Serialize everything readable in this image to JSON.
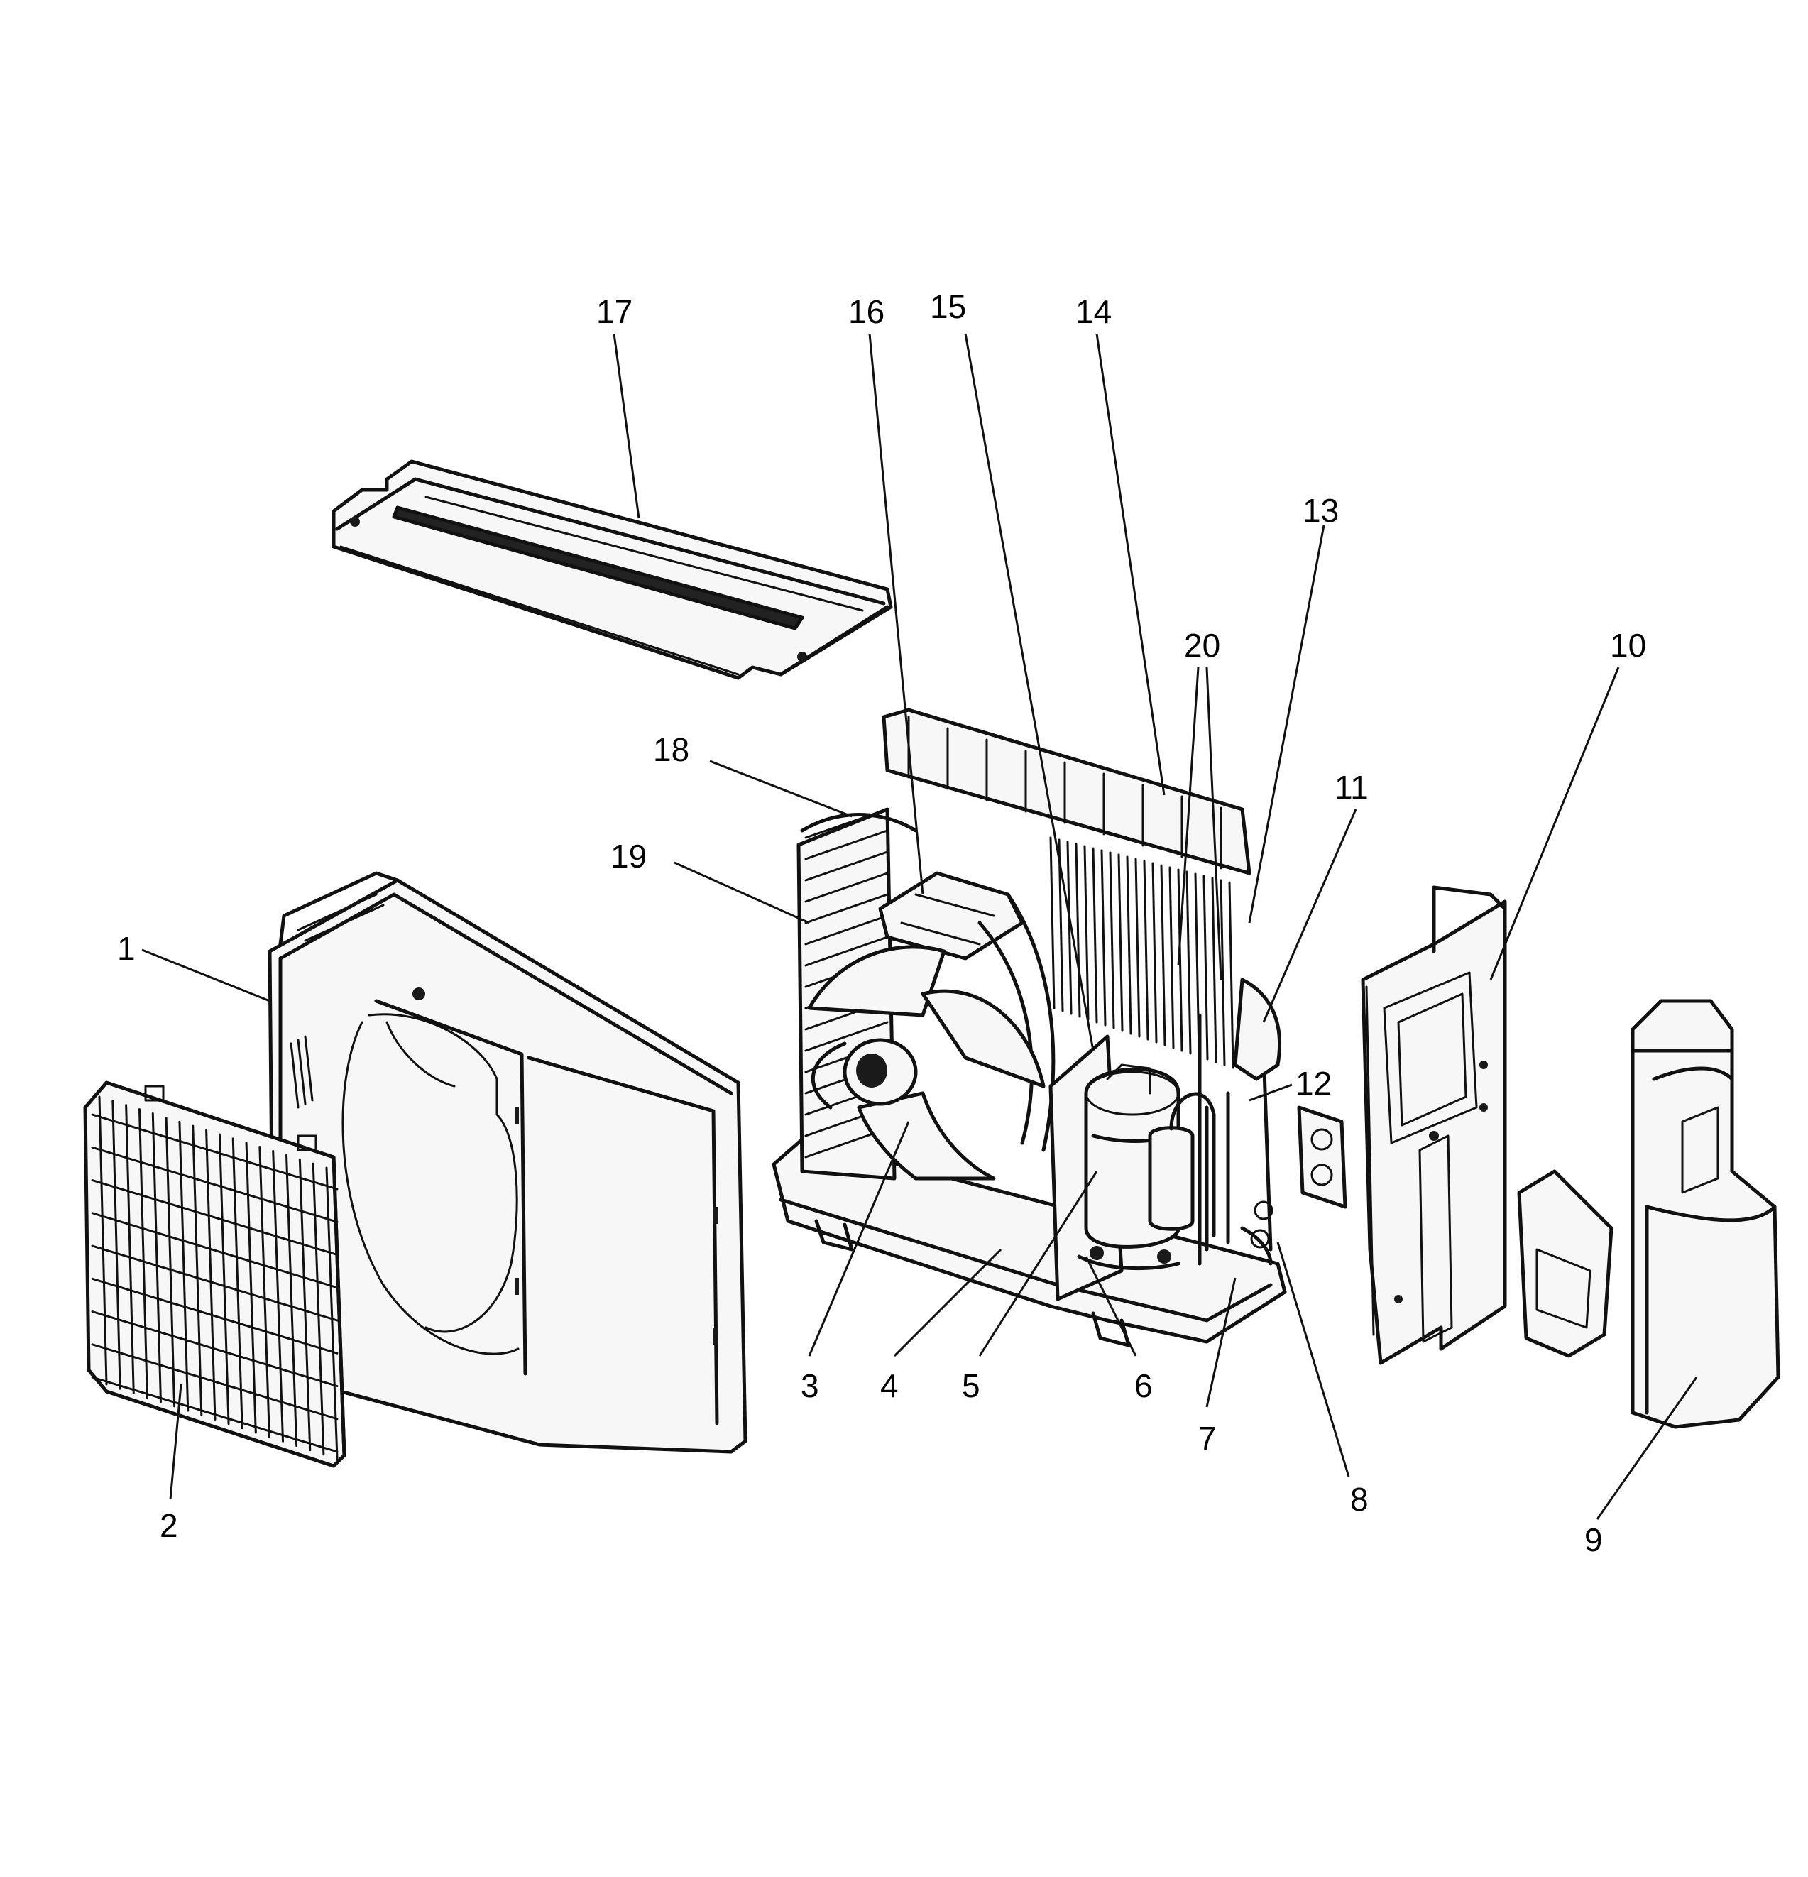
{
  "diagram": {
    "background": "#ffffff",
    "ink": "#111111",
    "callouts": [
      {
        "id": "1",
        "text": "1"
      },
      {
        "id": "2",
        "text": "2"
      },
      {
        "id": "3",
        "text": "3"
      },
      {
        "id": "4",
        "text": "4"
      },
      {
        "id": "5",
        "text": "5"
      },
      {
        "id": "6",
        "text": "6"
      },
      {
        "id": "7",
        "text": "7"
      },
      {
        "id": "8",
        "text": "8"
      },
      {
        "id": "9",
        "text": "9"
      },
      {
        "id": "10",
        "text": "10"
      },
      {
        "id": "11",
        "text": "11"
      },
      {
        "id": "12",
        "text": "12"
      },
      {
        "id": "13",
        "text": "13"
      },
      {
        "id": "14",
        "text": "14"
      },
      {
        "id": "15",
        "text": "15"
      },
      {
        "id": "16",
        "text": "16"
      },
      {
        "id": "17",
        "text": "17"
      },
      {
        "id": "18",
        "text": "18"
      },
      {
        "id": "19",
        "text": "19"
      },
      {
        "id": "20",
        "text": "20"
      }
    ]
  }
}
